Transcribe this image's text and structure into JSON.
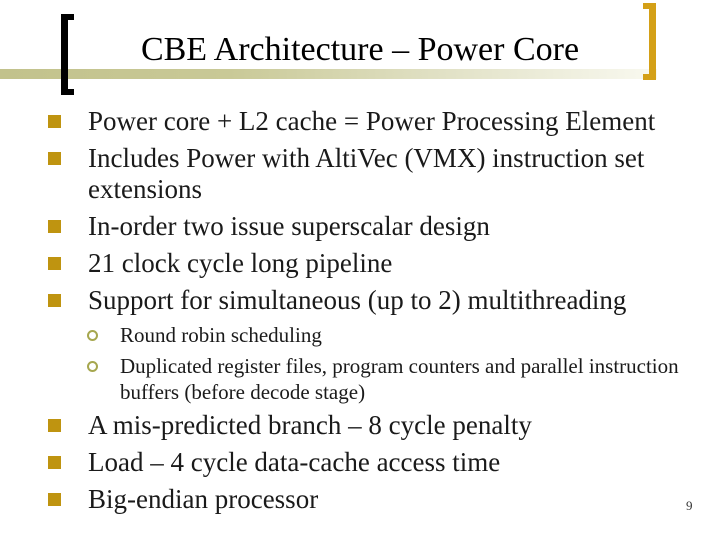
{
  "slide": {
    "title": "CBE Architecture – Power Core",
    "page_number": "9",
    "colors": {
      "bullet_square": "#bf9410",
      "sub_bullet_ring": "#a6a74f",
      "title_rule_left": "#c2c28c",
      "bracket_left": "#000000",
      "bracket_right": "#d4a017",
      "text": "#1a1a1a",
      "background": "#ffffff"
    }
  },
  "content": {
    "items": [
      {
        "level": 1,
        "text": "Power core + L2 cache = Power Processing Element"
      },
      {
        "level": 1,
        "text": "Includes Power with AltiVec (VMX) instruction set extensions"
      },
      {
        "level": 1,
        "text": "In-order two issue superscalar design"
      },
      {
        "level": 1,
        "text": "21 clock cycle long pipeline"
      },
      {
        "level": 1,
        "text": "Support for simultaneous (up to 2) multithreading"
      },
      {
        "level": 2,
        "text": "Round robin scheduling"
      },
      {
        "level": 2,
        "text": "Duplicated register files, program counters and parallel instruction buffers (before decode stage)"
      },
      {
        "level": 1,
        "text": "A mis-predicted branch – 8 cycle penalty"
      },
      {
        "level": 1,
        "text": "Load – 4 cycle data-cache access time"
      },
      {
        "level": 1,
        "text": "Big-endian processor"
      }
    ]
  }
}
